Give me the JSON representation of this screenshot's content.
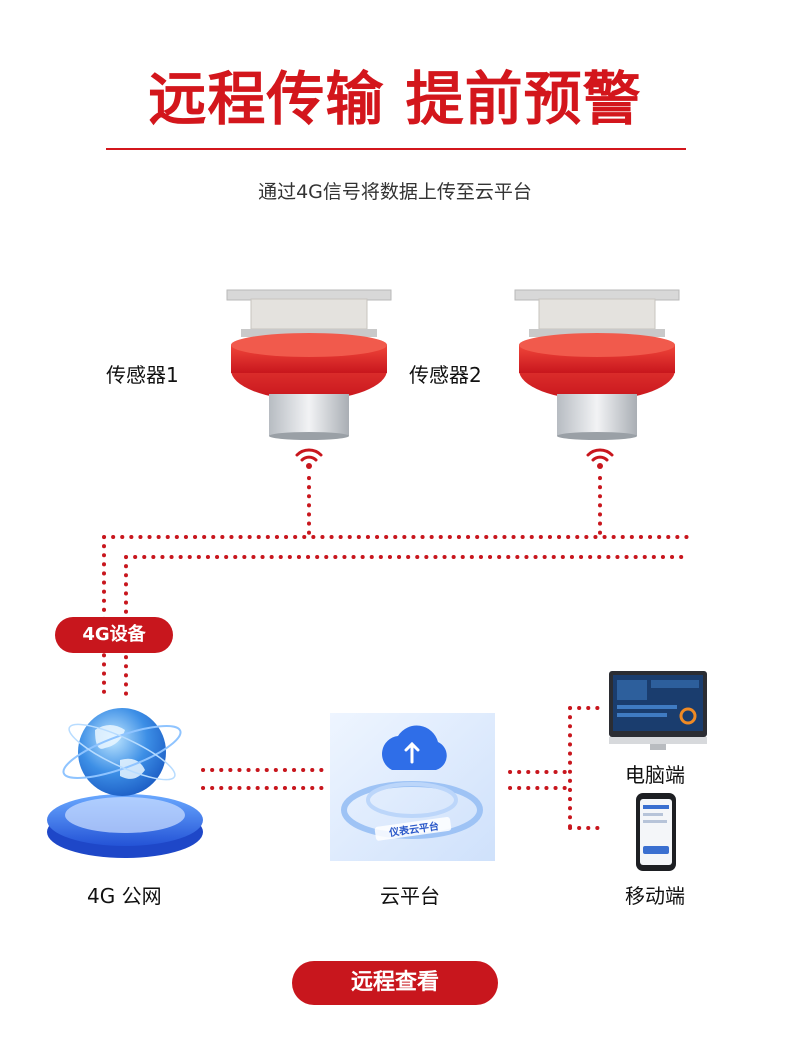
{
  "header": {
    "title": "远程传输 提前预警",
    "subtitle": "通过4G信号将数据上传至云平台"
  },
  "nodes": {
    "sensor1": {
      "label": "传感器1"
    },
    "sensor2": {
      "label": "传感器2"
    },
    "device_4g": {
      "label": "4G设备"
    },
    "network": {
      "label": "4G 公网"
    },
    "cloud": {
      "label": "云平台",
      "badge": "仪表云平台"
    },
    "pc": {
      "label": "电脑端"
    },
    "mobile": {
      "label": "移动端"
    }
  },
  "footer": {
    "button_label": "远程查看"
  },
  "colors": {
    "accent": "#d3161c",
    "sensor_red": "#e0261f",
    "link_dots": "#c8161d",
    "globe_blue": "#2f7de0"
  },
  "icons": [
    "wifi-signal-icon",
    "globe-icon",
    "cloud-upload-icon",
    "monitor-icon",
    "smartphone-icon"
  ]
}
